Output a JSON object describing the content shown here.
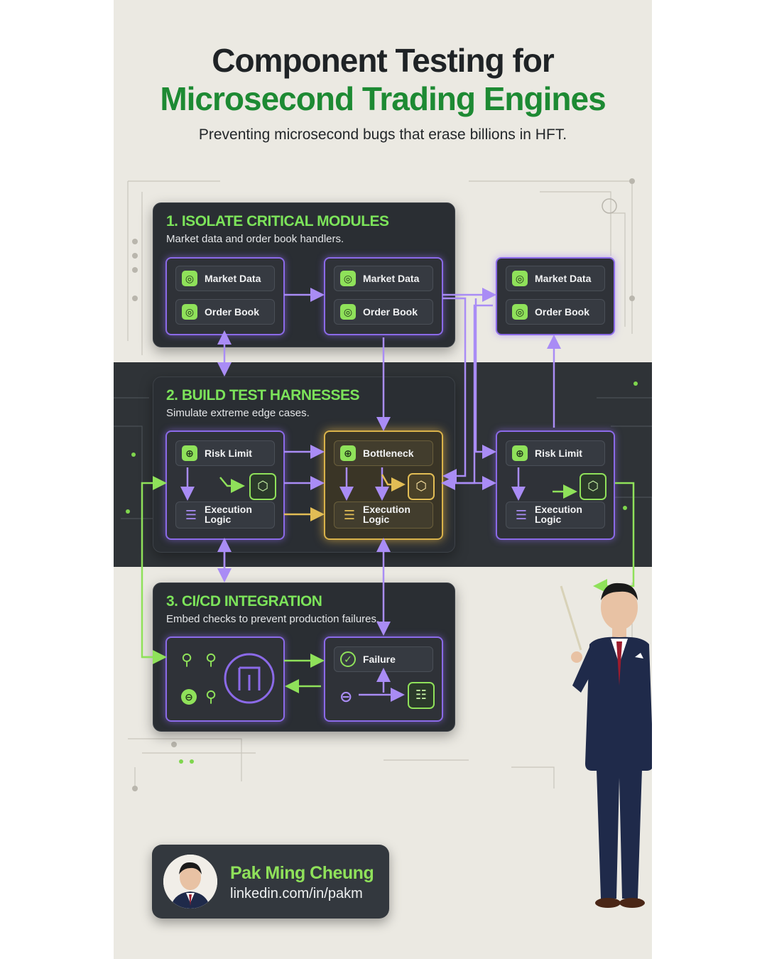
{
  "header": {
    "title_line1": "Component Testing for",
    "title_line2": "Microsecond Trading Engines",
    "subtitle": "Preventing microsecond bugs that erase billions in HFT."
  },
  "sections": [
    {
      "title": "1. ISOLATE CRITICAL MODULES",
      "description": "Market data and order book handlers.",
      "cards": [
        {
          "rows": [
            "Market Data",
            "Order Book"
          ]
        },
        {
          "rows": [
            "Market Data",
            "Order Book"
          ]
        },
        {
          "rows": [
            "Market Data",
            "Order Book"
          ]
        }
      ]
    },
    {
      "title": "2. BUILD TEST HARNESSES",
      "description": "Simulate extreme edge cases.",
      "cards": [
        {
          "top": "Risk Limit",
          "bottom_line1": "Execution",
          "bottom_line2": "Logic"
        },
        {
          "top": "Bottleneck",
          "bottom_line1": "Execution",
          "bottom_line2": "Logic"
        },
        {
          "top": "Risk Limit",
          "bottom_line1": "Execution",
          "bottom_line2": "Logic"
        }
      ]
    },
    {
      "title": "3. CI/CD INTEGRATION",
      "description": "Embed checks to prevent production failures.",
      "failure_label": "Failure"
    }
  ],
  "author": {
    "name": "Pak Ming Cheung",
    "link": "linkedin.com/in/pakm"
  },
  "colors": {
    "accent_green": "#8fe15a",
    "title_green": "#1d8a33",
    "wire_purple": "#9b7bf0",
    "highlight_gold": "#d9b24a",
    "panel_dark": "#2a2e33"
  }
}
